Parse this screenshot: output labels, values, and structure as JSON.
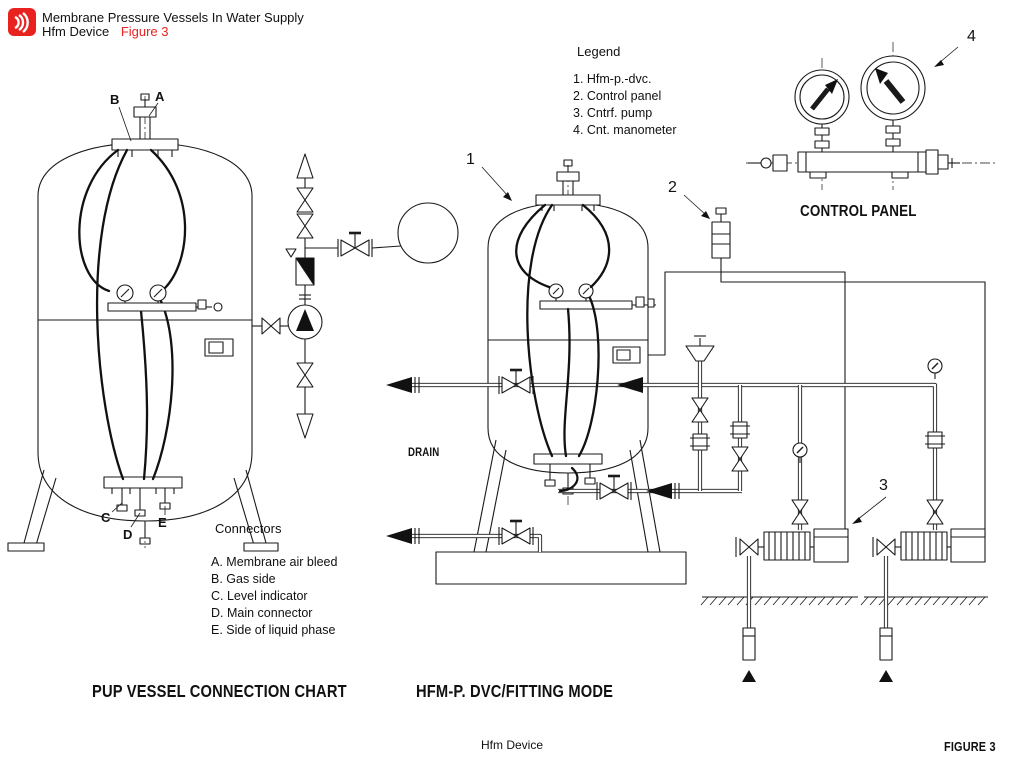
{
  "header": {
    "title": "Membrane Pressure Vessels In Water Supply",
    "subtitle": "Hfm Device",
    "figure_ref": "Figure 3",
    "accent_color": "#e8221f"
  },
  "legend": {
    "heading": "Legend",
    "items": [
      "1. Hfm-p.-dvc.",
      "2. Control panel",
      "3. Cntrf. pump",
      "4. Cnt. manometer"
    ]
  },
  "connectors": {
    "heading": "Connectors",
    "items": [
      "A. Membrane air bleed",
      "B. Gas side",
      "C. Level indicator",
      "D. Main connector",
      "E. Side of liquid phase"
    ]
  },
  "sections": {
    "left_title": "PUP VESSEL CONNECTION CHART",
    "middle_title": "HFM-P. DVC/FITTING MODE",
    "control_panel": "CONTROL PANEL",
    "drain": "DRAIN"
  },
  "callouts": {
    "1": "1",
    "2": "2",
    "3": "3",
    "4": "4"
  },
  "ports": {
    "A": "A",
    "B": "B",
    "C": "C",
    "D": "D",
    "E": "E"
  },
  "footer": {
    "center": "Hfm Device",
    "right": "FIGURE 3"
  }
}
